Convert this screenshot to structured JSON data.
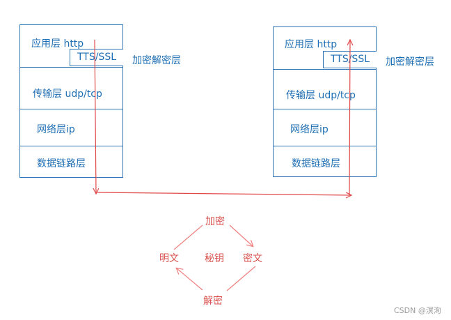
{
  "left_stack": {
    "layers": [
      "应用层  http",
      "传输层 udp/tcp",
      "网络层ip",
      "数据链路层"
    ],
    "sublayer": "TTS/SSL",
    "side_label": "加密解密层"
  },
  "right_stack": {
    "layers": [
      "应用层  http",
      "传输层 udp/tcp",
      "网络层ip",
      "数据链路层"
    ],
    "sublayer": "TTS/SSL",
    "side_label": "加密解密层"
  },
  "crypto_cycle": {
    "top": "加密",
    "left": "明文",
    "center": "秘钥",
    "right": "密文",
    "bottom": "解密"
  },
  "watermark": "CSDN @溟洵",
  "colors": {
    "stack": "#2e75b6",
    "flow": "#e04848",
    "text_blue": "#1f6fb4"
  }
}
